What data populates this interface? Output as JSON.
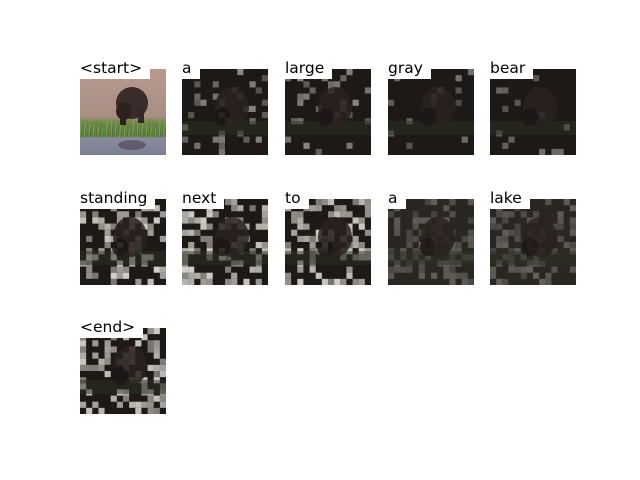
{
  "caption_words": [
    {
      "word": "<start>",
      "style": "photo"
    },
    {
      "word": "a",
      "style": "attn",
      "seed": 11
    },
    {
      "word": "large",
      "style": "attn",
      "seed": 23
    },
    {
      "word": "gray",
      "style": "attn-dark",
      "seed": 37
    },
    {
      "word": "bear",
      "style": "attn-dark",
      "seed": 41
    },
    {
      "word": "standing",
      "style": "attn-bright",
      "seed": 53
    },
    {
      "word": "next",
      "style": "attn-bright",
      "seed": 67
    },
    {
      "word": "to",
      "style": "attn-bright",
      "seed": 71
    },
    {
      "word": "a",
      "style": "attn-soft",
      "seed": 83
    },
    {
      "word": "lake",
      "style": "attn-soft",
      "seed": 97
    },
    {
      "word": "<end>",
      "style": "attn-bright",
      "seed": 101
    }
  ]
}
